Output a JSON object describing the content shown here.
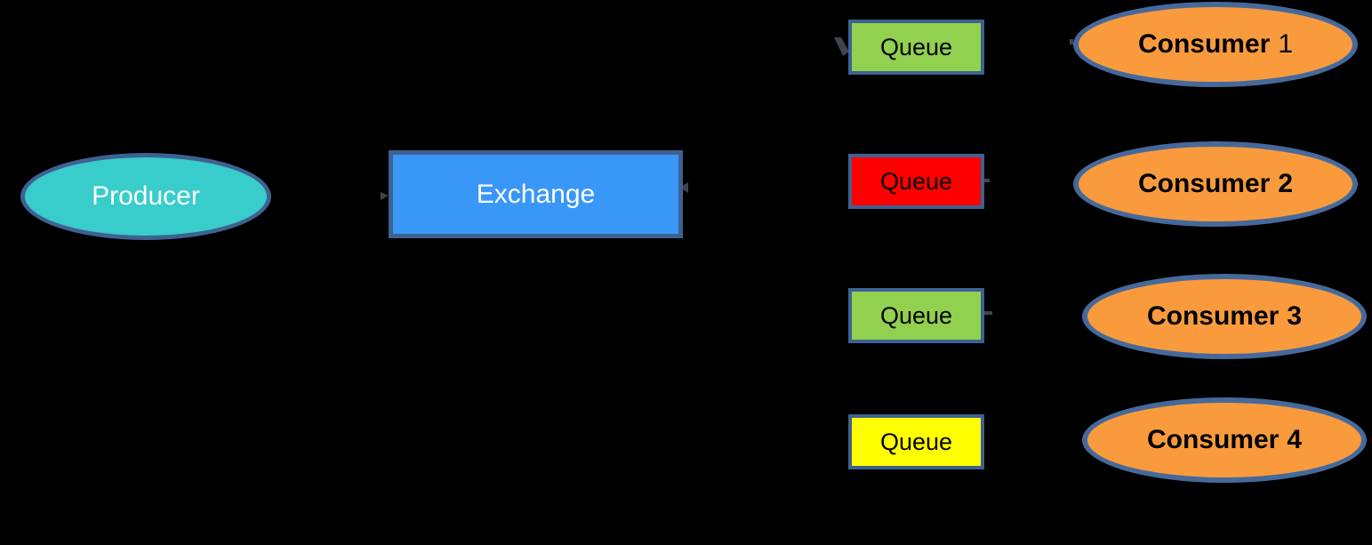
{
  "canvas": {
    "background": "#000000"
  },
  "diagram": {
    "producer": {
      "label": "Producer",
      "fill": "#38CCCA",
      "border_color": "#3E6191",
      "text_color": "#FFFFFF"
    },
    "exchange": {
      "label": "Exchange",
      "fill": "#3997F7",
      "border_color": "#3E6191",
      "text_color": "#FFFFFF"
    },
    "queues": [
      {
        "label": "Queue",
        "fill": "#92D050",
        "border_color": "#3E6191",
        "text_color": "#000000"
      },
      {
        "label": "Queue",
        "fill": "#FF0000",
        "border_color": "#3E6191",
        "text_color": "#000000"
      },
      {
        "label": "Queue",
        "fill": "#92D050",
        "border_color": "#3E6191",
        "text_color": "#000000"
      },
      {
        "label": "Queue",
        "fill": "#FFFF00",
        "border_color": "#3E6191",
        "text_color": "#000000"
      }
    ],
    "consumers": [
      {
        "label": "Consumer",
        "number": "1",
        "number_bold": false,
        "fill": "#F99B3D",
        "border_color": "#46699B",
        "text_color": "#000000"
      },
      {
        "label": "Consumer",
        "number": "2",
        "number_bold": true,
        "fill": "#F99B3D",
        "border_color": "#46699B",
        "text_color": "#000000"
      },
      {
        "label": "Consumer",
        "number": "3",
        "number_bold": true,
        "fill": "#F99B3D",
        "border_color": "#46699B",
        "text_color": "#000000"
      },
      {
        "label": "Consumer",
        "number": "4",
        "number_bold": true,
        "fill": "#F99B3D",
        "border_color": "#46699B",
        "text_color": "#000000"
      }
    ],
    "connectors": {
      "line_color": "#000000",
      "arrowhead_fragment_color": "#3F4550"
    }
  }
}
